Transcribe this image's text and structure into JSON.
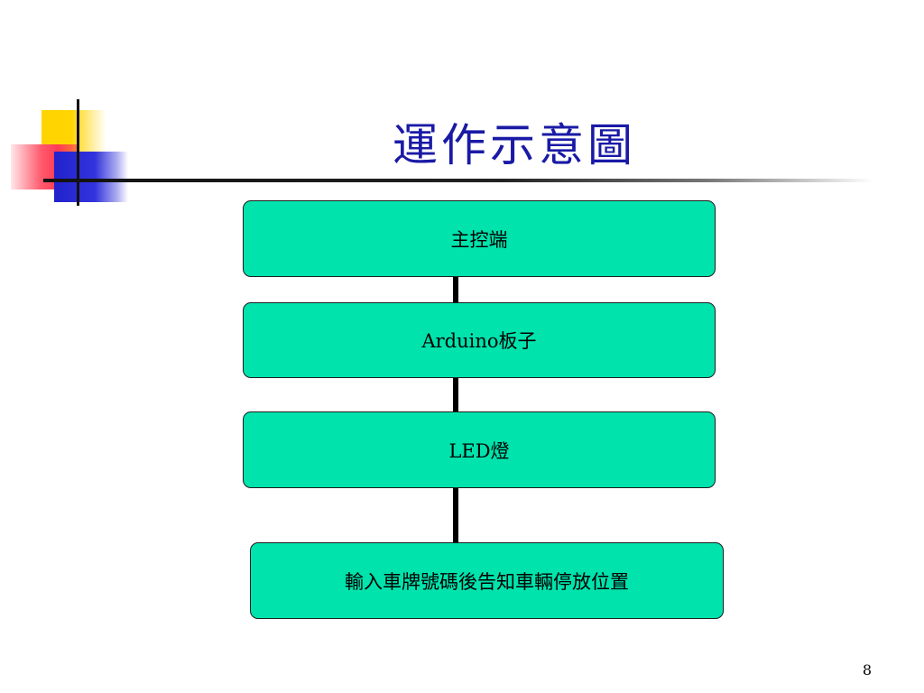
{
  "slide": {
    "title": "運作示意圖",
    "page_number": "8"
  },
  "flow": {
    "nodes": [
      {
        "label": "主控端"
      },
      {
        "label": "Arduino板子"
      },
      {
        "label": "LED燈"
      },
      {
        "label": "輸入車牌號碼後告知車輛停放位置"
      }
    ]
  },
  "colors": {
    "title": "#1a1aa6",
    "node_fill": "#00e3ad",
    "node_border": "#1d1d1d",
    "connector": "#000000"
  }
}
